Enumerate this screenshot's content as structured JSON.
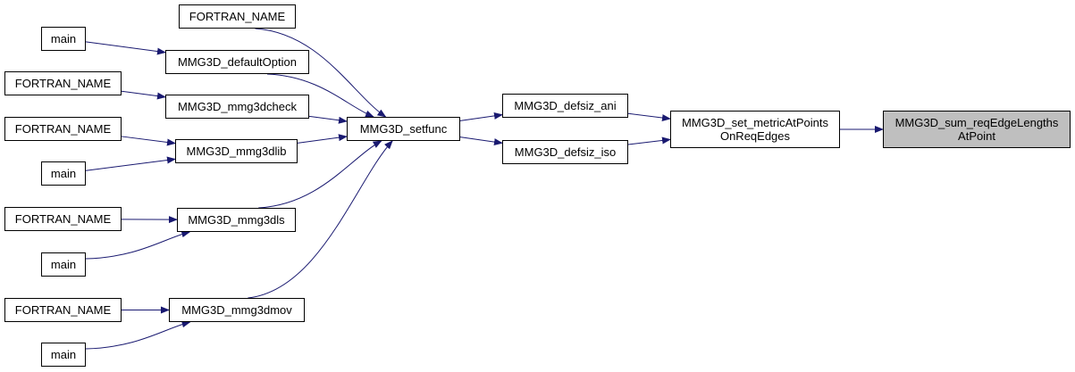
{
  "graph": {
    "edge_color": "#191970",
    "selected_fill": "#bfbfbf",
    "nodes": {
      "target": {
        "lines": [
          "MMG3D_sum_reqEdgeLengths",
          "AtPoint"
        ],
        "selected": true
      },
      "set_metric": {
        "lines": [
          "MMG3D_set_metricAtPoints",
          "OnReqEdges"
        ]
      },
      "defsiz_ani": {
        "lines": [
          "MMG3D_defsiz_ani"
        ]
      },
      "defsiz_iso": {
        "lines": [
          "MMG3D_defsiz_iso"
        ]
      },
      "setfunc": {
        "lines": [
          "MMG3D_setfunc"
        ]
      },
      "fortran_top": {
        "lines": [
          "FORTRAN_NAME"
        ]
      },
      "default_option": {
        "lines": [
          "MMG3D_defaultOption"
        ]
      },
      "main_1": {
        "lines": [
          "main"
        ]
      },
      "mmg3dcheck": {
        "lines": [
          "MMG3D_mmg3dcheck"
        ]
      },
      "fortran_2": {
        "lines": [
          "FORTRAN_NAME"
        ]
      },
      "mmg3dlib": {
        "lines": [
          "MMG3D_mmg3dlib"
        ]
      },
      "fortran_3": {
        "lines": [
          "FORTRAN_NAME"
        ]
      },
      "main_2": {
        "lines": [
          "main"
        ]
      },
      "mmg3dls": {
        "lines": [
          "MMG3D_mmg3dls"
        ]
      },
      "fortran_4": {
        "lines": [
          "FORTRAN_NAME"
        ]
      },
      "main_3": {
        "lines": [
          "main"
        ]
      },
      "mmg3dmov": {
        "lines": [
          "MMG3D_mmg3dmov"
        ]
      },
      "fortran_5": {
        "lines": [
          "FORTRAN_NAME"
        ]
      },
      "main_4": {
        "lines": [
          "main"
        ]
      }
    },
    "edges": [
      [
        "set_metric",
        "target"
      ],
      [
        "defsiz_ani",
        "set_metric"
      ],
      [
        "defsiz_iso",
        "set_metric"
      ],
      [
        "setfunc",
        "defsiz_ani"
      ],
      [
        "setfunc",
        "defsiz_iso"
      ],
      [
        "fortran_top",
        "setfunc"
      ],
      [
        "default_option",
        "setfunc"
      ],
      [
        "mmg3dcheck",
        "setfunc"
      ],
      [
        "mmg3dlib",
        "setfunc"
      ],
      [
        "mmg3dls",
        "setfunc"
      ],
      [
        "mmg3dmov",
        "setfunc"
      ],
      [
        "main_1",
        "default_option"
      ],
      [
        "fortran_2",
        "mmg3dcheck"
      ],
      [
        "fortran_3",
        "mmg3dlib"
      ],
      [
        "main_2",
        "mmg3dlib"
      ],
      [
        "fortran_4",
        "mmg3dls"
      ],
      [
        "main_3",
        "mmg3dls"
      ],
      [
        "fortran_5",
        "mmg3dmov"
      ],
      [
        "main_4",
        "mmg3dmov"
      ]
    ]
  }
}
